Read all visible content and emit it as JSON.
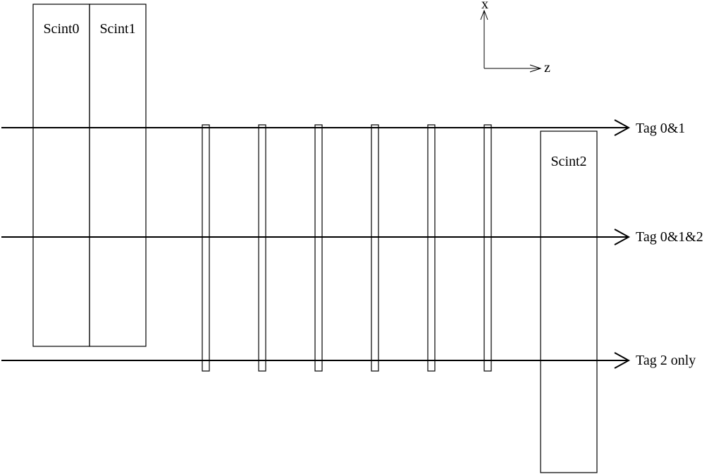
{
  "scintillators": {
    "scint0": "Scint0",
    "scint1": "Scint1",
    "scint2": "Scint2"
  },
  "axes": {
    "x_label": "x",
    "z_label": "z"
  },
  "beams": [
    {
      "label": "Tag 0&1"
    },
    {
      "label": "Tag 0&1&2"
    },
    {
      "label": "Tag 2 only"
    }
  ],
  "detector_planes": {
    "count": 6
  },
  "colors": {
    "line": "#000000",
    "background": "#ffffff"
  }
}
